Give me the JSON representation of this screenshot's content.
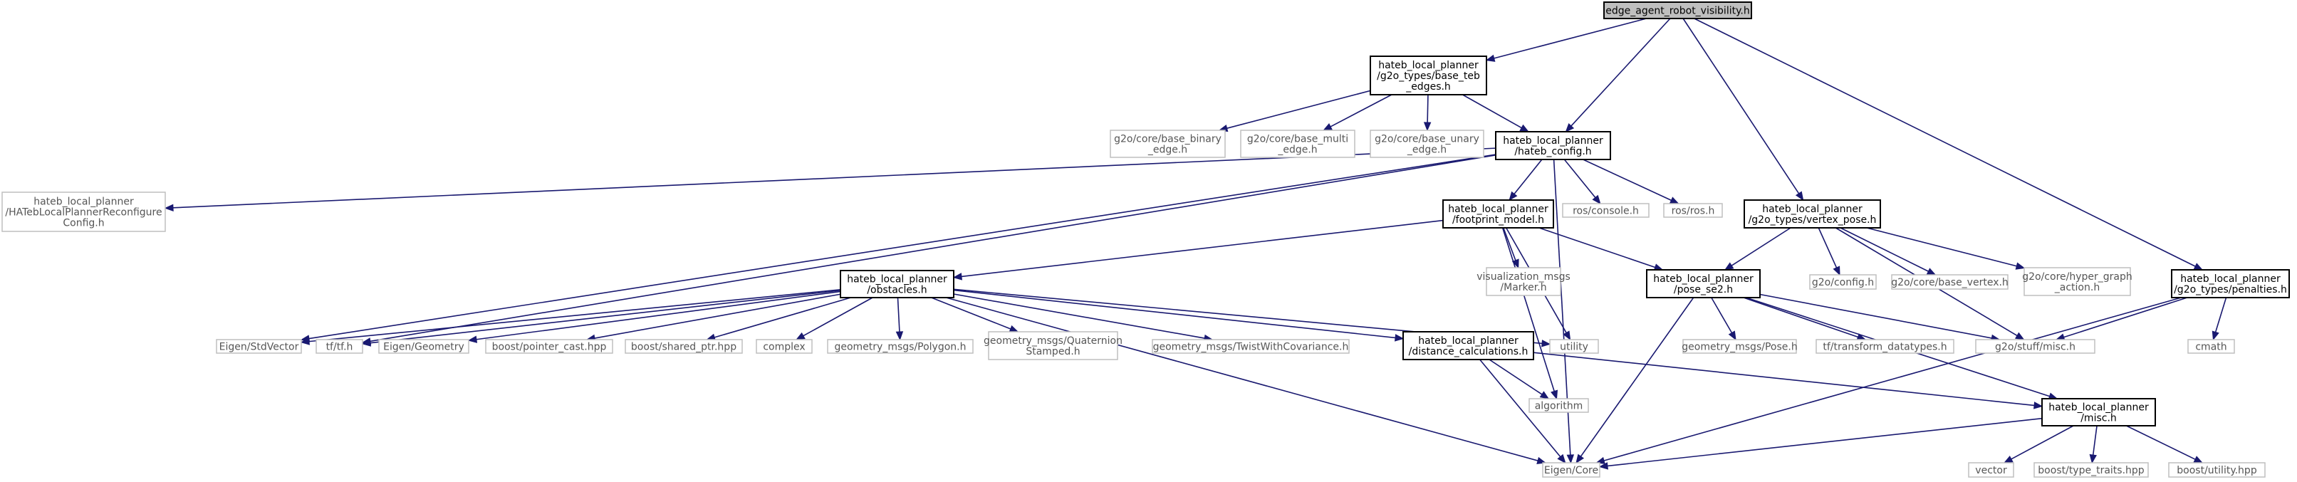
{
  "diagram": {
    "title": "",
    "nodes": [
      {
        "id": "root",
        "lines": [
          "edge_agent_robot_visibility.h"
        ],
        "kind": "root"
      },
      {
        "id": "base_teb",
        "lines": [
          "hateb_local_planner",
          "/g2o_types/base_teb",
          "_edges.h"
        ],
        "kind": "internal"
      },
      {
        "id": "base_binary",
        "lines": [
          "g2o/core/base_binary",
          "_edge.h"
        ],
        "kind": "external"
      },
      {
        "id": "base_multi",
        "lines": [
          "g2o/core/base_multi",
          "_edge.h"
        ],
        "kind": "external"
      },
      {
        "id": "base_unary",
        "lines": [
          "g2o/core/base_unary",
          "_edge.h"
        ],
        "kind": "external"
      },
      {
        "id": "hateb_config",
        "lines": [
          "hateb_local_planner",
          "/hateb_config.h"
        ],
        "kind": "internal"
      },
      {
        "id": "reconfig",
        "lines": [
          "hateb_local_planner",
          "/HATebLocalPlannerReconfigure",
          "Config.h"
        ],
        "kind": "external"
      },
      {
        "id": "footprint",
        "lines": [
          "hateb_local_planner",
          "/footprint_model.h"
        ],
        "kind": "internal"
      },
      {
        "id": "ros_console",
        "lines": [
          "ros/console.h"
        ],
        "kind": "external"
      },
      {
        "id": "ros_h",
        "lines": [
          "ros/ros.h"
        ],
        "kind": "external"
      },
      {
        "id": "vertex_pose",
        "lines": [
          "hateb_local_planner",
          "/g2o_types/vertex_pose.h"
        ],
        "kind": "internal"
      },
      {
        "id": "obstacles",
        "lines": [
          "hateb_local_planner",
          "/obstacles.h"
        ],
        "kind": "internal"
      },
      {
        "id": "vis_marker",
        "lines": [
          "visualization_msgs",
          "/Marker.h"
        ],
        "kind": "external"
      },
      {
        "id": "pose_se2",
        "lines": [
          "hateb_local_planner",
          "/pose_se2.h"
        ],
        "kind": "internal"
      },
      {
        "id": "g2o_config",
        "lines": [
          "g2o/config.h"
        ],
        "kind": "external"
      },
      {
        "id": "base_vertex",
        "lines": [
          "g2o/core/base_vertex.h"
        ],
        "kind": "external"
      },
      {
        "id": "hyper_graph",
        "lines": [
          "g2o/core/hyper_graph",
          "_action.h"
        ],
        "kind": "external"
      },
      {
        "id": "penalties",
        "lines": [
          "hateb_local_planner",
          "/g2o_types/penalties.h"
        ],
        "kind": "internal"
      },
      {
        "id": "eigen_stdvector",
        "lines": [
          "Eigen/StdVector"
        ],
        "kind": "external"
      },
      {
        "id": "tf_h",
        "lines": [
          "tf/tf.h"
        ],
        "kind": "external"
      },
      {
        "id": "eigen_geometry",
        "lines": [
          "Eigen/Geometry"
        ],
        "kind": "external"
      },
      {
        "id": "boost_ptrcast",
        "lines": [
          "boost/pointer_cast.hpp"
        ],
        "kind": "external"
      },
      {
        "id": "boost_shared",
        "lines": [
          "boost/shared_ptr.hpp"
        ],
        "kind": "external"
      },
      {
        "id": "complex",
        "lines": [
          "complex"
        ],
        "kind": "external"
      },
      {
        "id": "geo_polygon",
        "lines": [
          "geometry_msgs/Polygon.h"
        ],
        "kind": "external"
      },
      {
        "id": "geo_quat",
        "lines": [
          "geometry_msgs/Quaternion",
          "Stamped.h"
        ],
        "kind": "external"
      },
      {
        "id": "geo_twist",
        "lines": [
          "geometry_msgs/TwistWithCovariance.h"
        ],
        "kind": "external"
      },
      {
        "id": "dist_calc",
        "lines": [
          "hateb_local_planner",
          "/distance_calculations.h"
        ],
        "kind": "internal"
      },
      {
        "id": "utility",
        "lines": [
          "utility"
        ],
        "kind": "external"
      },
      {
        "id": "geo_pose",
        "lines": [
          "geometry_msgs/Pose.h"
        ],
        "kind": "external"
      },
      {
        "id": "tf_transform",
        "lines": [
          "tf/transform_datatypes.h"
        ],
        "kind": "external"
      },
      {
        "id": "g2o_misc",
        "lines": [
          "g2o/stuff/misc.h"
        ],
        "kind": "external"
      },
      {
        "id": "cmath",
        "lines": [
          "cmath"
        ],
        "kind": "external"
      },
      {
        "id": "algorithm",
        "lines": [
          "algorithm"
        ],
        "kind": "external"
      },
      {
        "id": "misc",
        "lines": [
          "hateb_local_planner",
          "/misc.h"
        ],
        "kind": "internal"
      },
      {
        "id": "eigen_core",
        "lines": [
          "Eigen/Core"
        ],
        "kind": "external"
      },
      {
        "id": "vector",
        "lines": [
          "vector"
        ],
        "kind": "external"
      },
      {
        "id": "boost_tt",
        "lines": [
          "boost/type_traits.hpp"
        ],
        "kind": "external"
      },
      {
        "id": "boost_util",
        "lines": [
          "boost/utility.hpp"
        ],
        "kind": "external"
      }
    ],
    "edges": [
      [
        "root",
        "base_teb"
      ],
      [
        "root",
        "hateb_config"
      ],
      [
        "root",
        "vertex_pose"
      ],
      [
        "root",
        "penalties"
      ],
      [
        "base_teb",
        "base_binary"
      ],
      [
        "base_teb",
        "base_multi"
      ],
      [
        "base_teb",
        "base_unary"
      ],
      [
        "base_teb",
        "hateb_config"
      ],
      [
        "hateb_config",
        "reconfig"
      ],
      [
        "hateb_config",
        "footprint"
      ],
      [
        "hateb_config",
        "ros_console"
      ],
      [
        "hateb_config",
        "ros_h"
      ],
      [
        "hateb_config",
        "eigen_stdvector"
      ],
      [
        "hateb_config",
        "tf_h"
      ],
      [
        "hateb_config",
        "eigen_core"
      ],
      [
        "footprint",
        "obstacles"
      ],
      [
        "footprint",
        "vis_marker"
      ],
      [
        "footprint",
        "pose_se2"
      ],
      [
        "footprint",
        "utility"
      ],
      [
        "footprint",
        "algorithm"
      ],
      [
        "vertex_pose",
        "pose_se2"
      ],
      [
        "vertex_pose",
        "g2o_config"
      ],
      [
        "vertex_pose",
        "base_vertex"
      ],
      [
        "vertex_pose",
        "hyper_graph"
      ],
      [
        "vertex_pose",
        "g2o_misc"
      ],
      [
        "obstacles",
        "eigen_stdvector"
      ],
      [
        "obstacles",
        "tf_h"
      ],
      [
        "obstacles",
        "eigen_geometry"
      ],
      [
        "obstacles",
        "boost_ptrcast"
      ],
      [
        "obstacles",
        "boost_shared"
      ],
      [
        "obstacles",
        "complex"
      ],
      [
        "obstacles",
        "geo_polygon"
      ],
      [
        "obstacles",
        "geo_quat"
      ],
      [
        "obstacles",
        "geo_twist"
      ],
      [
        "obstacles",
        "dist_calc"
      ],
      [
        "obstacles",
        "utility"
      ],
      [
        "obstacles",
        "eigen_core"
      ],
      [
        "pose_se2",
        "geo_pose"
      ],
      [
        "pose_se2",
        "tf_transform"
      ],
      [
        "pose_se2",
        "g2o_misc"
      ],
      [
        "pose_se2",
        "misc"
      ],
      [
        "pose_se2",
        "eigen_core"
      ],
      [
        "dist_calc",
        "algorithm"
      ],
      [
        "dist_calc",
        "misc"
      ],
      [
        "dist_calc",
        "eigen_core"
      ],
      [
        "penalties",
        "g2o_misc"
      ],
      [
        "penalties",
        "cmath"
      ],
      [
        "penalties",
        "eigen_core"
      ],
      [
        "misc",
        "eigen_core"
      ],
      [
        "misc",
        "vector"
      ],
      [
        "misc",
        "boost_tt"
      ],
      [
        "misc",
        "boost_util"
      ]
    ]
  }
}
